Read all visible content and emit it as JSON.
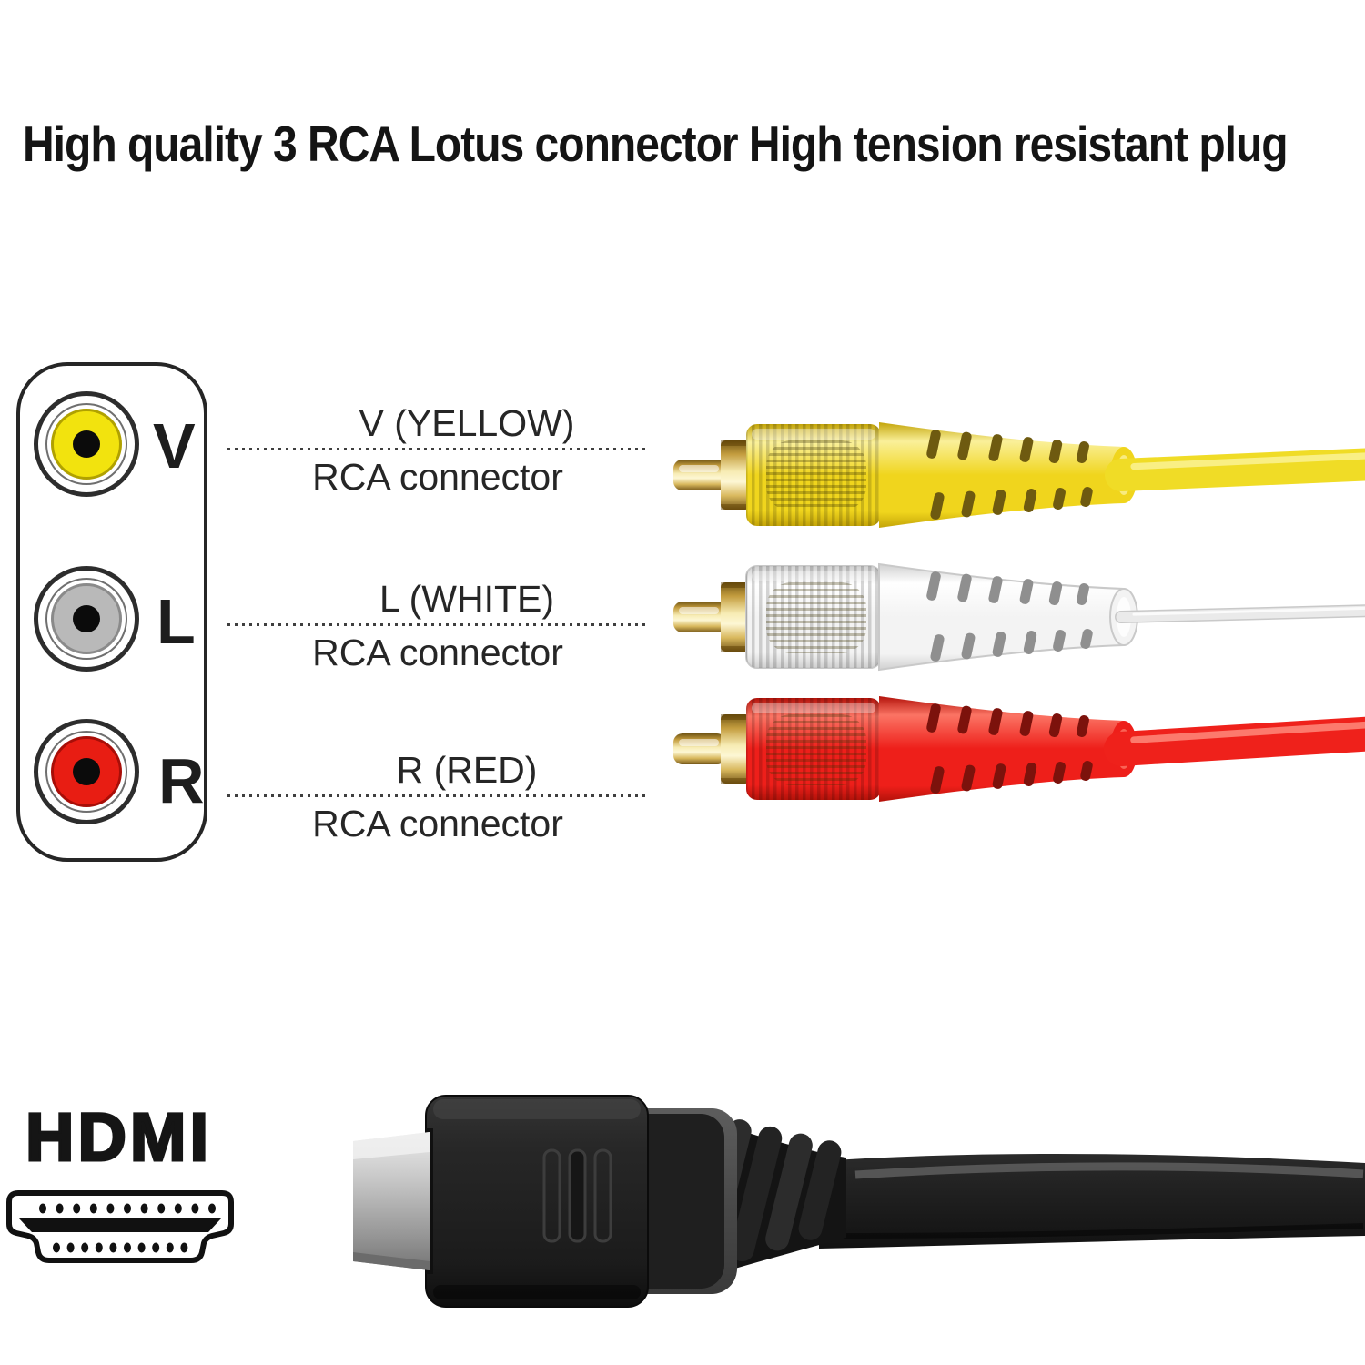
{
  "title": "High quality 3 RCA Lotus connector High tension resistant plug",
  "rca_panel": {
    "ports": [
      {
        "id": "video",
        "letter": "V",
        "color_name": "yellow",
        "disc_color": "#f2e30e",
        "rim_color": "#b0a100"
      },
      {
        "id": "audio-left",
        "letter": "L",
        "color_name": "white",
        "disc_color": "#b9b9b9",
        "rim_color": "#8a8a8a"
      },
      {
        "id": "audio-right",
        "letter": "R",
        "color_name": "red",
        "disc_color": "#e81d13",
        "rim_color": "#a80e08"
      }
    ]
  },
  "callouts": [
    {
      "id": "video",
      "signal": "V (YELLOW)",
      "connector": "RCA connector"
    },
    {
      "id": "audio-left",
      "signal": "L (WHITE)",
      "connector": "RCA connector"
    },
    {
      "id": "audio-right",
      "signal": "R (RED)",
      "connector": "RCA connector"
    }
  ],
  "plugs": [
    {
      "id": "yellow",
      "body": "#f0d51d",
      "light": "#faf09a",
      "dark": "#c3a408",
      "slot": "#6e5a10",
      "cable": "#f0dc26",
      "cable_hi": "#fbf49c",
      "cable_w": 36,
      "cable_dy": -12,
      "edge": "none"
    },
    {
      "id": "white",
      "body": "#f3f3f3",
      "light": "#ffffff",
      "dark": "#d0d0d0",
      "slot": "#8f8f8f",
      "cable": "#eaeaea",
      "cable_hi": "#ffffff",
      "cable_w": 11,
      "cable_dy": -7,
      "edge": "#c9c9c9"
    },
    {
      "id": "red",
      "body": "#ee1f1a",
      "light": "#fb7464",
      "dark": "#b3120a",
      "slot": "#7c120c",
      "cable": "#ef211b",
      "cable_hi": "#ff9182",
      "cable_w": 38,
      "cable_dy": -17,
      "edge": "none"
    }
  ],
  "hdmi": {
    "logo_text": "HDMI"
  },
  "colors": {
    "gold": "#d9b95e",
    "text": "#262626",
    "outline": "#262626",
    "hdmi_body": "#222222",
    "hdmi_metal": "#c4c4c4"
  }
}
